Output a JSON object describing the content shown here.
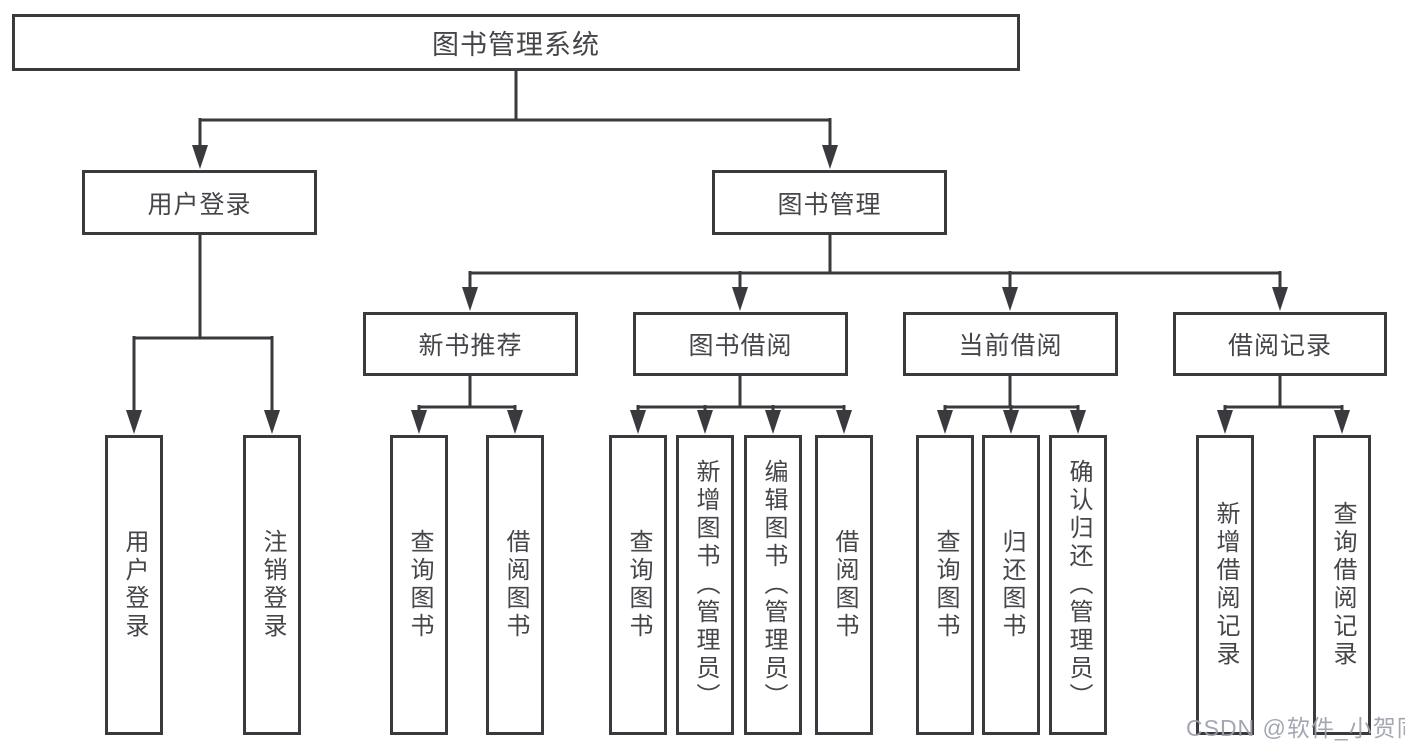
{
  "diagram": {
    "type": "hierarchy-tree",
    "root": {
      "label": "图书管理系统"
    },
    "level2": [
      {
        "label": "用户登录"
      },
      {
        "label": "图书管理"
      }
    ],
    "level3": [
      {
        "label": "新书推荐"
      },
      {
        "label": "图书借阅"
      },
      {
        "label": "当前借阅"
      },
      {
        "label": "借阅记录"
      }
    ],
    "leaves": {
      "user_login": [
        "用户登录",
        "注销登录"
      ],
      "new_books": [
        "查询图书",
        "借阅图书"
      ],
      "book_borrowing": [
        "查询图书",
        "新增图书（管理员）",
        "编辑图书（管理员）",
        "借阅图书"
      ],
      "current_borrowing": [
        "查询图书",
        "归还图书",
        "确认归还（管理员）"
      ],
      "borrowing_records": [
        "新增借阅记录",
        "查询借阅记录"
      ]
    },
    "watermark": "CSDN @软件_小贺同学",
    "colors": {
      "line": "#3a3a3e",
      "text": "#45454a",
      "background": "#ffffff",
      "watermark": "#9da0ab"
    }
  }
}
